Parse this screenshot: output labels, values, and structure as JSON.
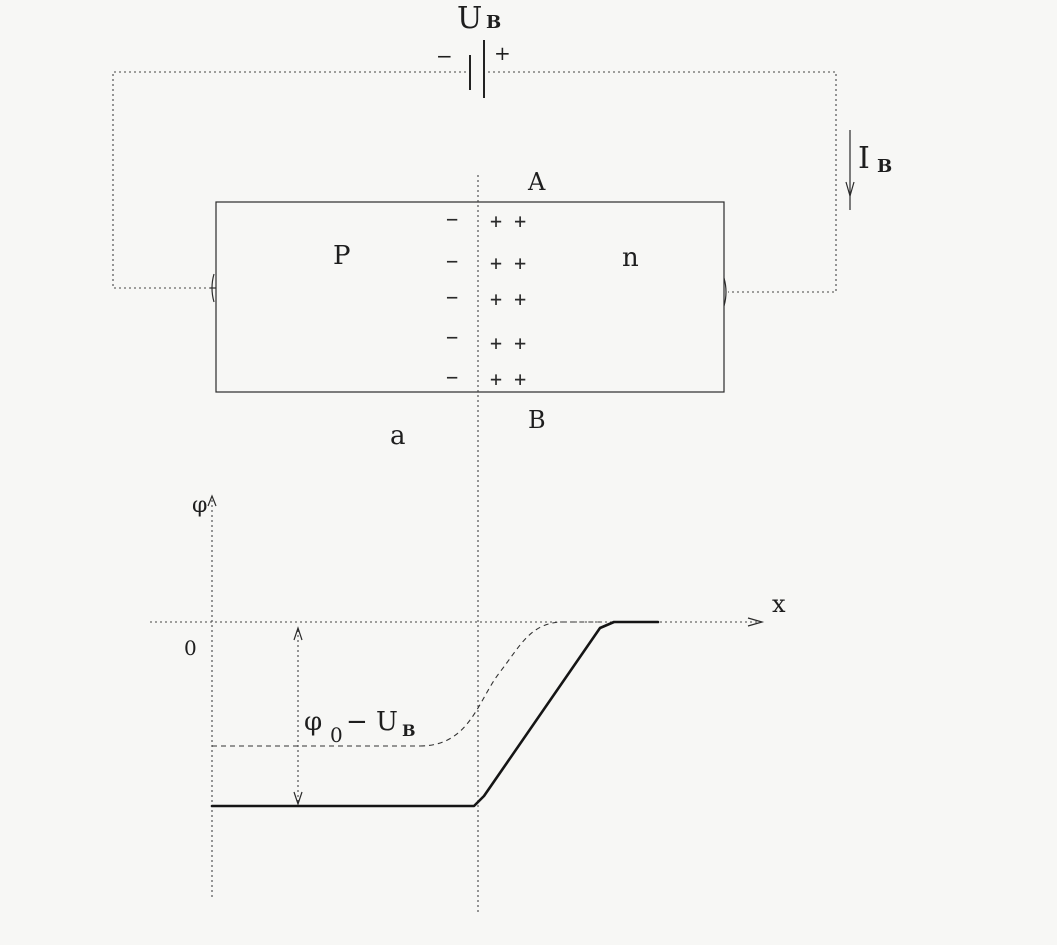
{
  "circuit": {
    "battery_label": "U",
    "battery_sub": "B",
    "battery_minus": "−",
    "battery_plus": "+",
    "current_label": "I",
    "current_sub": "B",
    "junction_top": "A",
    "junction_bottom": "B",
    "region_p": "P",
    "region_n": "n",
    "negative_charges": [
      "−",
      "−",
      "−",
      "−",
      "−"
    ],
    "positive_charges": [
      "+ +",
      "+ +",
      "+ +",
      "+ +",
      "+ +"
    ],
    "caption": "a"
  },
  "graph": {
    "y_axis_label": "φ",
    "x_axis_label": "x",
    "zero_label": "0",
    "barrier_label_phi": "φ",
    "barrier_label_sub": "0",
    "barrier_label_rest": "− U",
    "barrier_label_rest_sub": "B"
  }
}
